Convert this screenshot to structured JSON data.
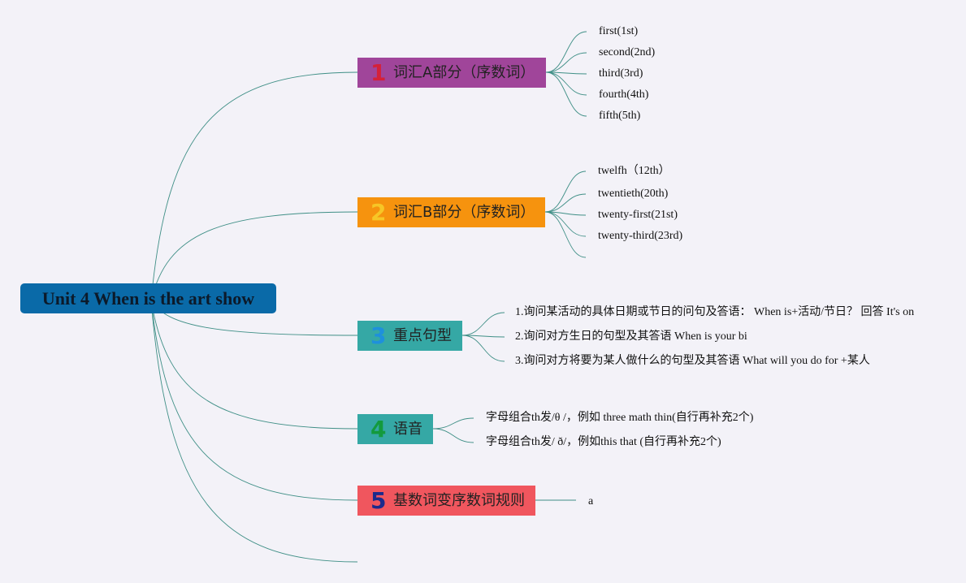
{
  "root": {
    "title": "Unit 4 When is the art show"
  },
  "topics": [
    {
      "num": "1",
      "label": "词汇A部分（序数词）",
      "bg": "#a0459a",
      "num_color": "#d4213a",
      "children": [
        "first(1st)",
        "second(2nd)",
        "third(3rd)",
        "fourth(4th)",
        "fifth(5th)"
      ]
    },
    {
      "num": "2",
      "label": "词汇B部分（序数词）",
      "bg": "#f6930e",
      "num_color": "#f7c626",
      "children": [
        "twelfh（12th）",
        "twentieth(20th)",
        "twenty-first(21st)",
        "twenty-third(23rd)",
        ""
      ]
    },
    {
      "num": "3",
      "label": "重点句型",
      "bg": "#35a8a5",
      "num_color": "#1e90dc",
      "children": [
        "1.询问某活动的具体日期或节日的问句及答语： When is+活动/节日？  回答 It's on",
        "2.询问对方生日的句型及其答语 When is your bi",
        "3.询问对方将要为某人做什么的句型及其答语 What will you do for +某人"
      ]
    },
    {
      "num": "4",
      "label": "语音",
      "bg": "#35a8a5",
      "num_color": "#139a3d",
      "children": [
        "字母组合th发/θ /，例如 three math thin(自行再补充2个)",
        "字母组合th发/ ð/，例如this that (自行再补充2个)"
      ]
    },
    {
      "num": "5",
      "label": "基数词变序数词规则",
      "bg": "#f0565e",
      "num_color": "#1c2a8c",
      "children": [
        "a"
      ]
    }
  ]
}
